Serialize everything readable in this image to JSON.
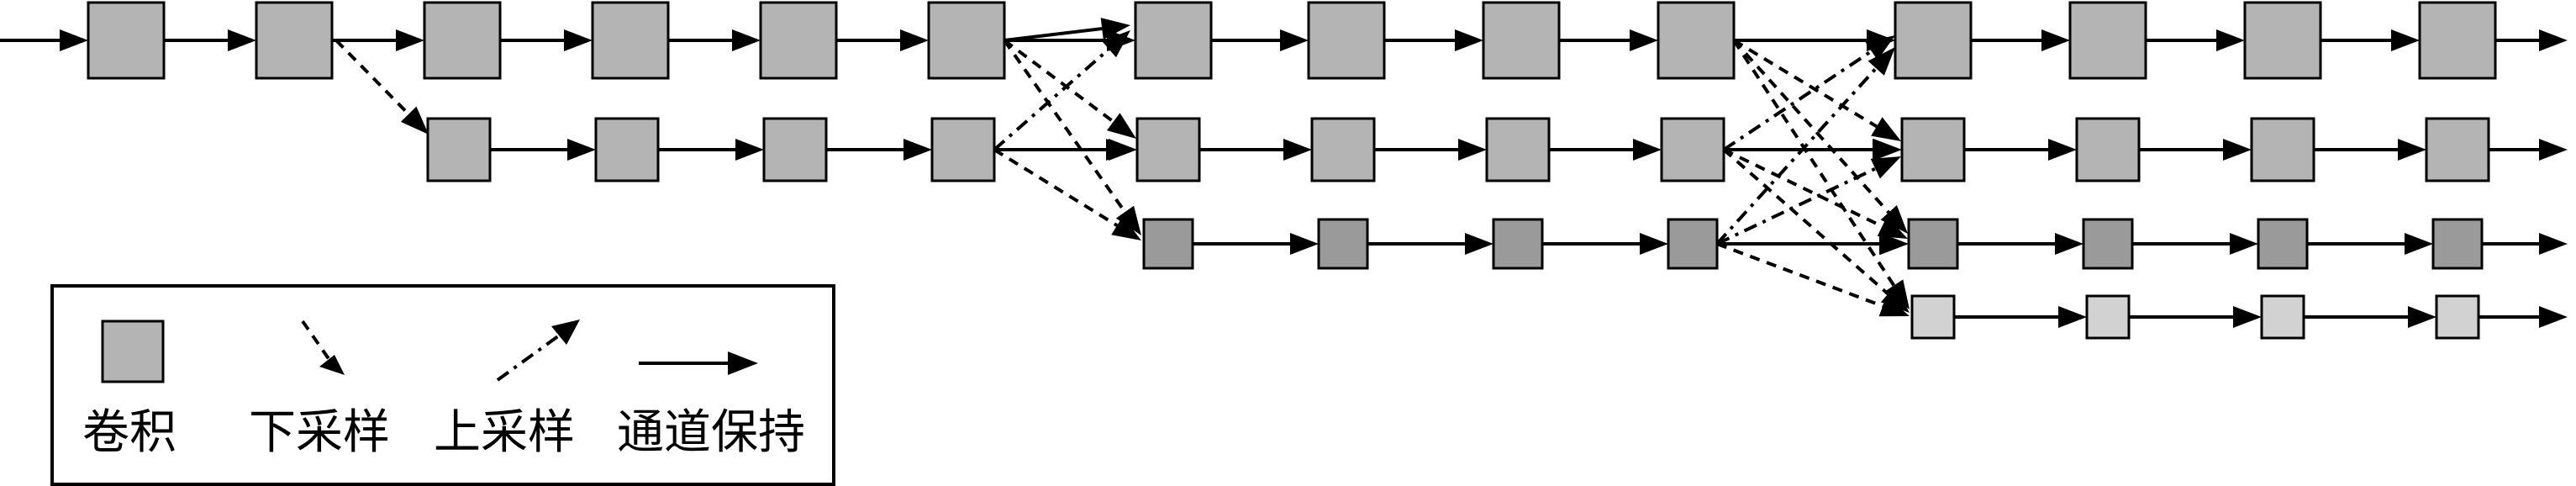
{
  "diagram": {
    "colors": {
      "stage1": "#b4b4b4",
      "stage2": "#b4b4b4",
      "stage3": "#9a9a9a",
      "stage4": "#d2d2d2",
      "stroke": "#000000"
    },
    "legend": {
      "items": [
        {
          "icon": "convolution-block-icon",
          "label": "卷积"
        },
        {
          "icon": "downsample-arrow-icon",
          "label": "下采样"
        },
        {
          "icon": "upsample-arrow-icon",
          "label": "上采样"
        },
        {
          "icon": "channel-keep-arrow-icon",
          "label": "通道保持"
        }
      ]
    }
  }
}
